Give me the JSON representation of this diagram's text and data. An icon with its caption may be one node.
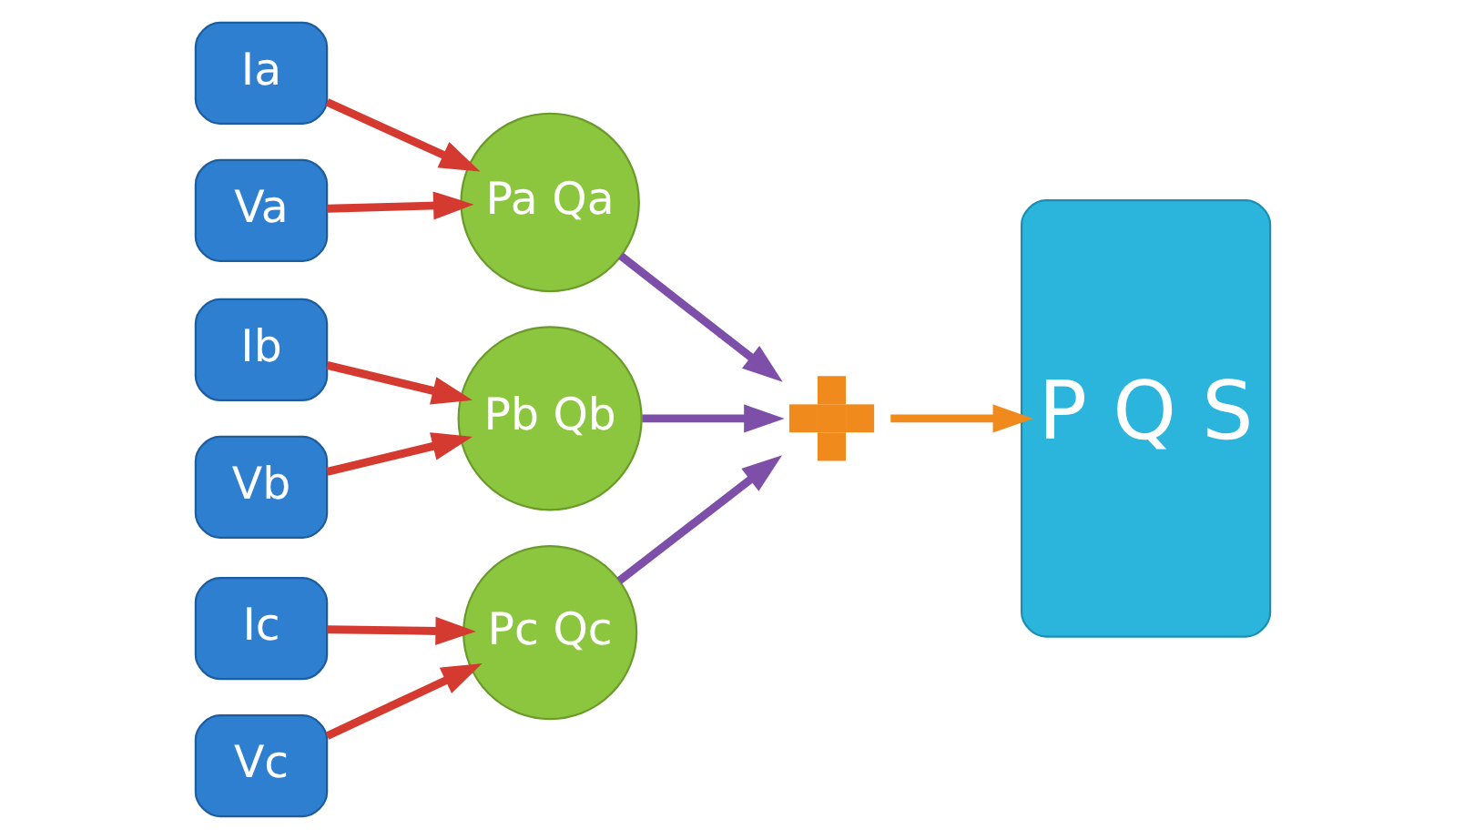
{
  "diagram": {
    "nodes": [
      {
        "text": [
          "Ia"
        ]
      },
      {
        "text": [
          "Va"
        ]
      },
      {
        "text": [
          "Ib"
        ]
      },
      {
        "text": [
          "Vb"
        ]
      },
      {
        "text": [
          "Ic"
        ]
      },
      {
        "text": [
          "Vc"
        ]
      },
      {
        "text": [
          "Pa Qa"
        ]
      },
      {
        "text": [
          "Pb Qb"
        ]
      },
      {
        "text": [
          "Pc Qc"
        ]
      },
      {
        "text": [],
        "shape": "cross"
      },
      {
        "text": [
          "P Q S"
        ]
      }
    ],
    "edges": [
      {
        "from": 0,
        "to": 6,
        "arrow": "to"
      },
      {
        "from": 1,
        "to": 6,
        "arrow": "to"
      },
      {
        "from": 2,
        "to": 7,
        "arrow": "to"
      },
      {
        "from": 3,
        "to": 7,
        "arrow": "to"
      },
      {
        "from": 4,
        "to": 8,
        "arrow": "to"
      },
      {
        "from": 5,
        "to": 8,
        "arrow": "to"
      },
      {
        "from": 6,
        "to": 9,
        "arrow": "to",
        "color": "#7d4fa8"
      },
      {
        "from": 7,
        "to": 9,
        "arrow": "to",
        "color": "#7d4fa8"
      },
      {
        "from": 8,
        "to": 9,
        "arrow": "to",
        "color": "#7d4fa8"
      },
      {
        "from": 9,
        "to": 10,
        "arrow": "to",
        "color": "#f08a1c"
      }
    ]
  }
}
